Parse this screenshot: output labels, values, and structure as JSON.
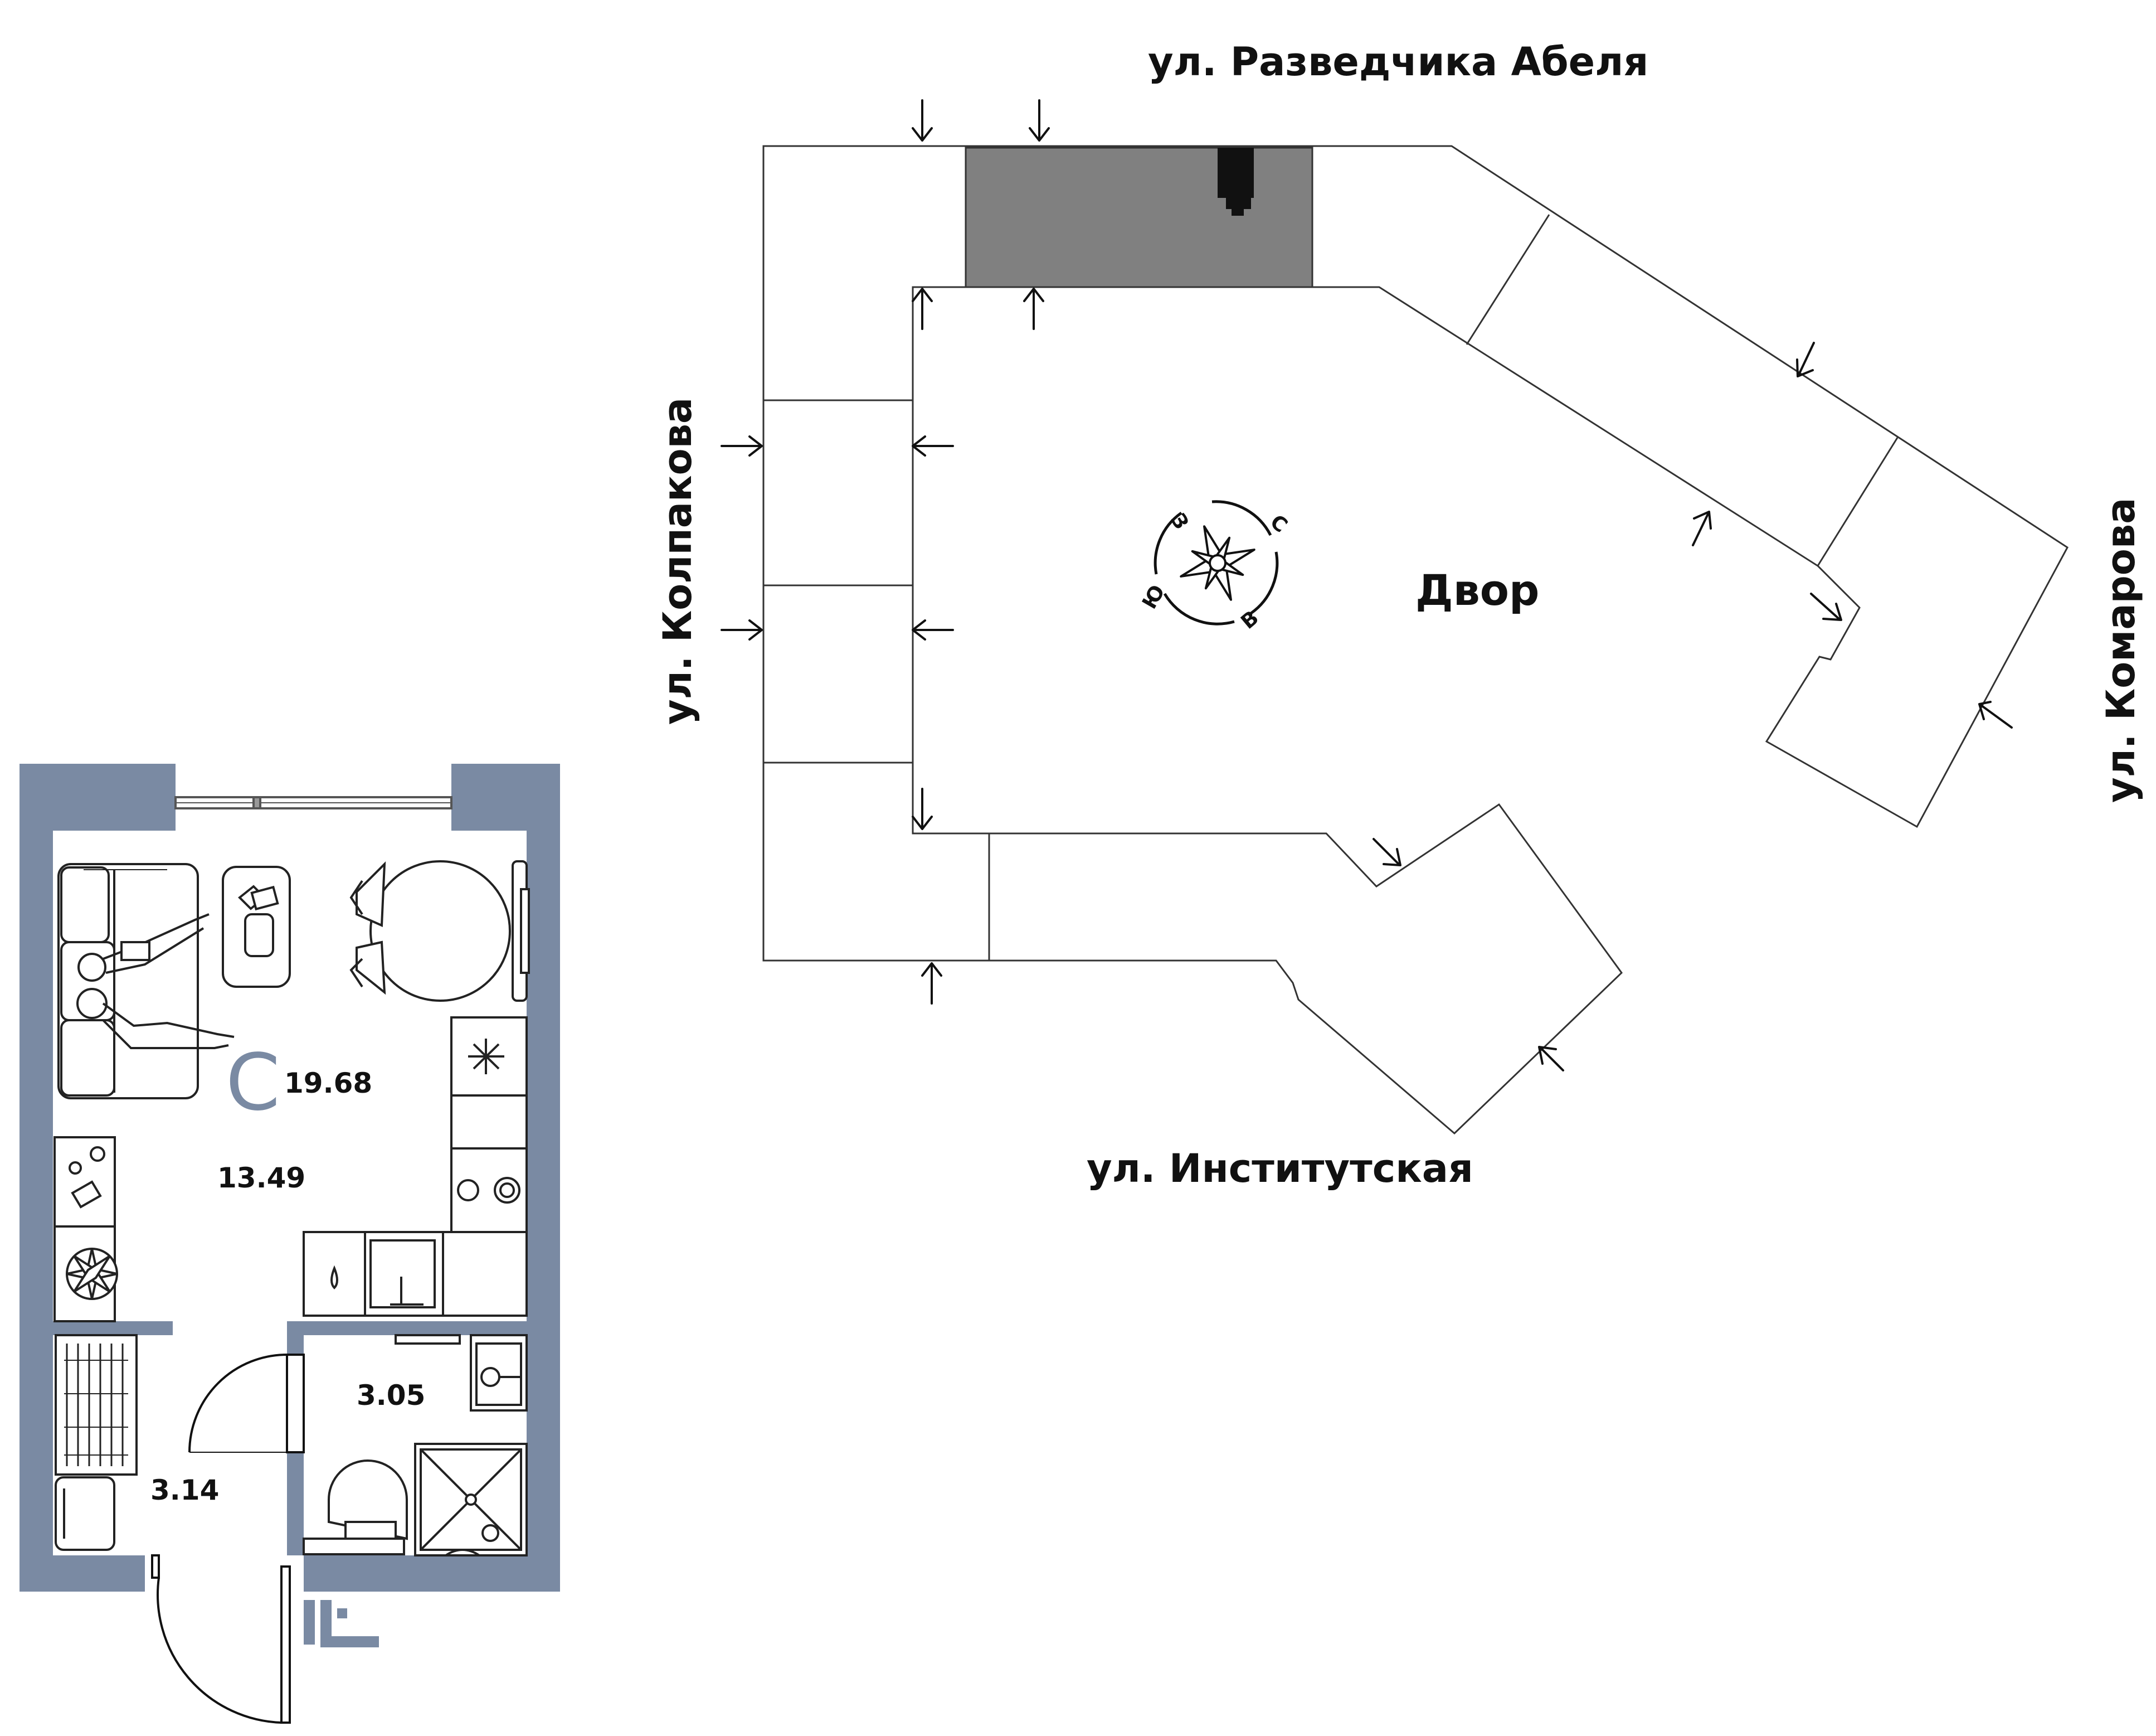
{
  "plan": {
    "unit_letter": "С",
    "total_area": "19.68",
    "rooms": {
      "living": "13.49",
      "bathroom": "3.05",
      "hallway": "3.14"
    },
    "wall_color": "#7a8aa3"
  },
  "site": {
    "streets": {
      "north": "ул. Разведчика Абеля",
      "west": "ул. Колпакова",
      "east": "ул. Комарова",
      "south": "ул. Институтская"
    },
    "courtyard": "Двор",
    "highlight_color": "#808080",
    "compass": {
      "north": "С",
      "south": "Ю",
      "east": "В",
      "west": "З"
    }
  }
}
